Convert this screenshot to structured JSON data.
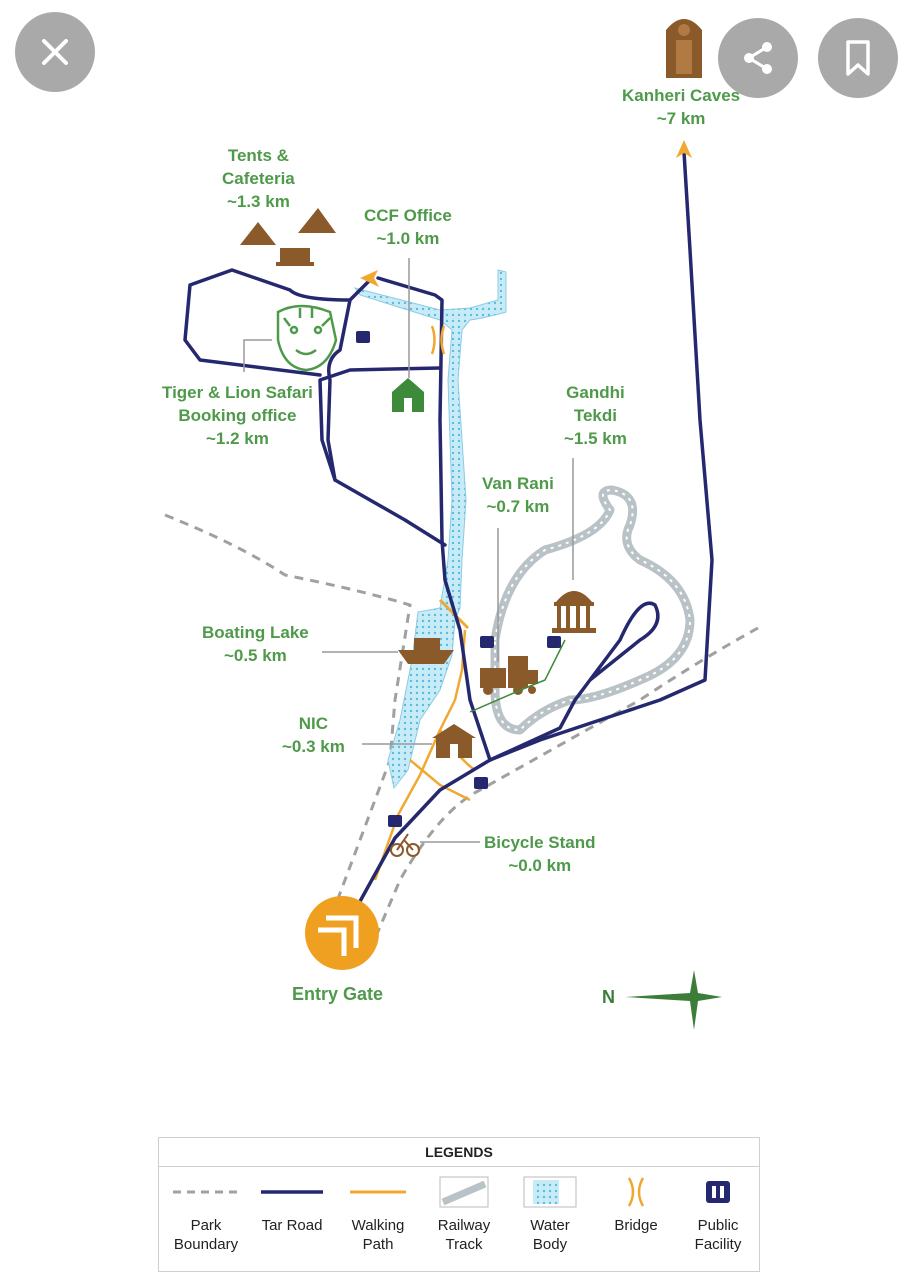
{
  "controls": {
    "close_icon": "close-icon",
    "share_icon": "share-icon",
    "bookmark_icon": "bookmark-icon"
  },
  "map": {
    "labels": {
      "kanheri": {
        "name": "Kanheri Caves",
        "distance": "~7 km"
      },
      "tents": {
        "name1": "Tents &",
        "name2": "Cafeteria",
        "distance": "~1.3 km"
      },
      "ccf": {
        "name": "CCF Office",
        "distance": "~1.0 km"
      },
      "safari": {
        "name1": "Tiger & Lion Safari",
        "name2": "Booking office",
        "distance": "~1.2 km"
      },
      "gandhi": {
        "name1": "Gandhi",
        "name2": "Tekdi",
        "distance": "~1.5 km"
      },
      "vanrani": {
        "name": "Van Rani",
        "distance": "~0.7 km"
      },
      "boating": {
        "name": "Boating Lake",
        "distance": "~0.5 km"
      },
      "nic": {
        "name": "NIC",
        "distance": "~0.3 km"
      },
      "bicycle": {
        "name": "Bicycle Stand",
        "distance": "~0.0 km"
      },
      "entry": "Entry Gate",
      "north": "N"
    },
    "colors": {
      "tar_road": "#25286e",
      "walking_path": "#f0a830",
      "label_green": "#4f9a4a",
      "landmark_brown": "#8a5a2b",
      "water": "#9fd8ee",
      "railway": "#b9c2c6",
      "boundary": "#a0a0a0"
    }
  },
  "legend": {
    "title": "LEGENDS",
    "items": [
      {
        "l1": "Park",
        "l2": "Boundary"
      },
      {
        "l1": "Tar Road",
        "l2": ""
      },
      {
        "l1": "Walking",
        "l2": "Path"
      },
      {
        "l1": "Railway",
        "l2": "Track"
      },
      {
        "l1": "Water",
        "l2": "Body"
      },
      {
        "l1": "Bridge",
        "l2": ""
      },
      {
        "l1": "Public",
        "l2": "Facility"
      }
    ]
  }
}
